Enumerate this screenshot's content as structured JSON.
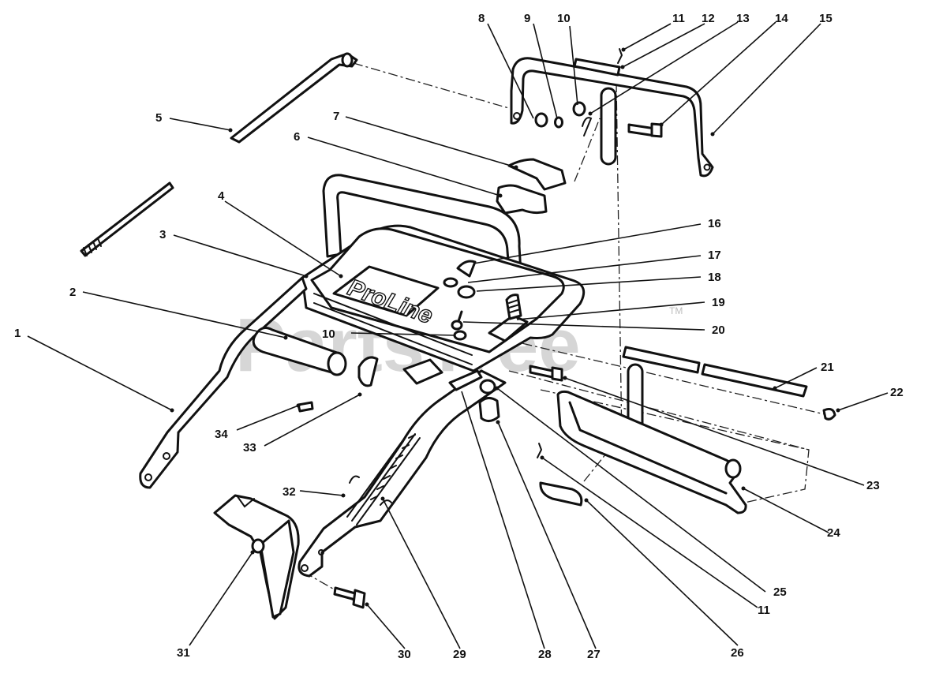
{
  "diagram": {
    "brand_logo": "ProLine",
    "watermark": "PartsTree",
    "watermark_tm": "TM",
    "labels": [
      "1",
      "2",
      "3",
      "4",
      "5",
      "6",
      "7",
      "8",
      "9",
      "10",
      "11",
      "12",
      "13",
      "14",
      "15",
      "16",
      "17",
      "18",
      "19",
      "20",
      "10",
      "21",
      "22",
      "23",
      "24",
      "25",
      "11",
      "26",
      "27",
      "28",
      "29",
      "30",
      "31",
      "32",
      "33",
      "34"
    ]
  }
}
